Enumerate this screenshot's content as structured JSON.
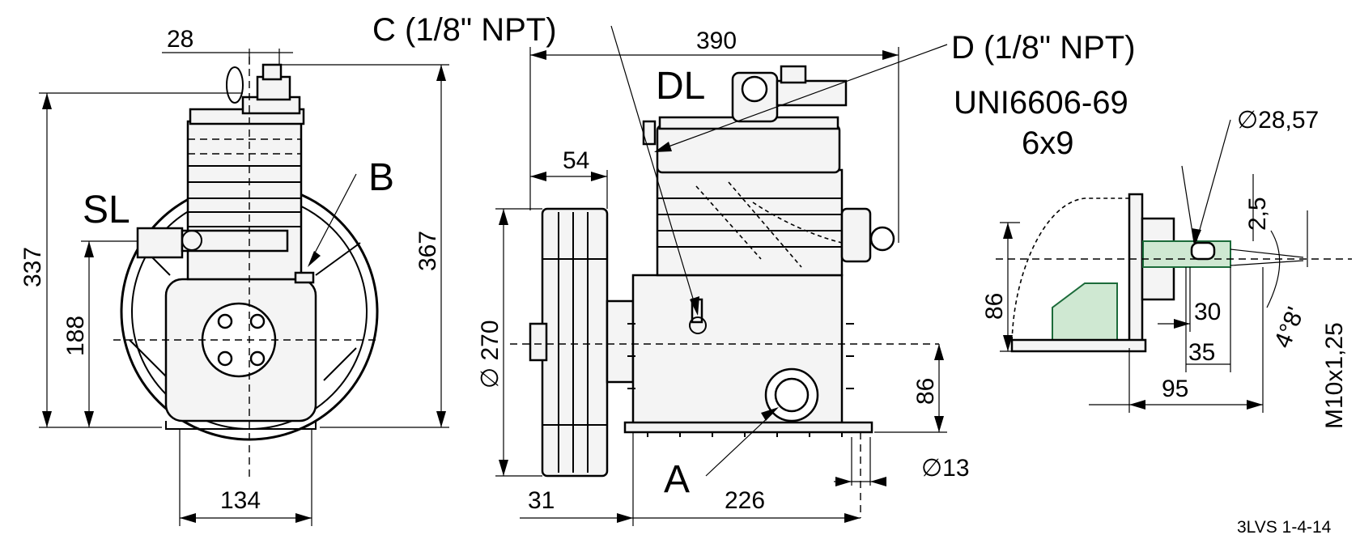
{
  "drawing_code": "3LVS 1-4-14",
  "ports": {
    "suction": "SL",
    "discharge": "DL",
    "a": "A",
    "b": "B",
    "c": "C (1/8\" NPT)",
    "d": "D (1/8\" NPT)"
  },
  "key_spec": {
    "standard": "UNI6606-69",
    "size": "6x9"
  },
  "front_view": {
    "dim_top": "28",
    "dim_height_total": "337",
    "dim_height_overall": "367",
    "dim_height_axis": "188",
    "dim_base": "134"
  },
  "side_view": {
    "dim_length": "390",
    "dim_pulley_width": "54",
    "dim_pulley_dia": "∅ 270",
    "dim_axis_height": "86",
    "dim_hole": "∅13",
    "dim_offset": "31",
    "dim_foot": "226"
  },
  "shaft_detail": {
    "dim_shaft_dia": "∅28,57",
    "dim_key_depth": "2,5",
    "dim_axis_height": "86",
    "dim_30": "30",
    "dim_35": "35",
    "dim_95": "95",
    "dim_taper": "4°8'",
    "dim_thread": "M10x1,25"
  }
}
